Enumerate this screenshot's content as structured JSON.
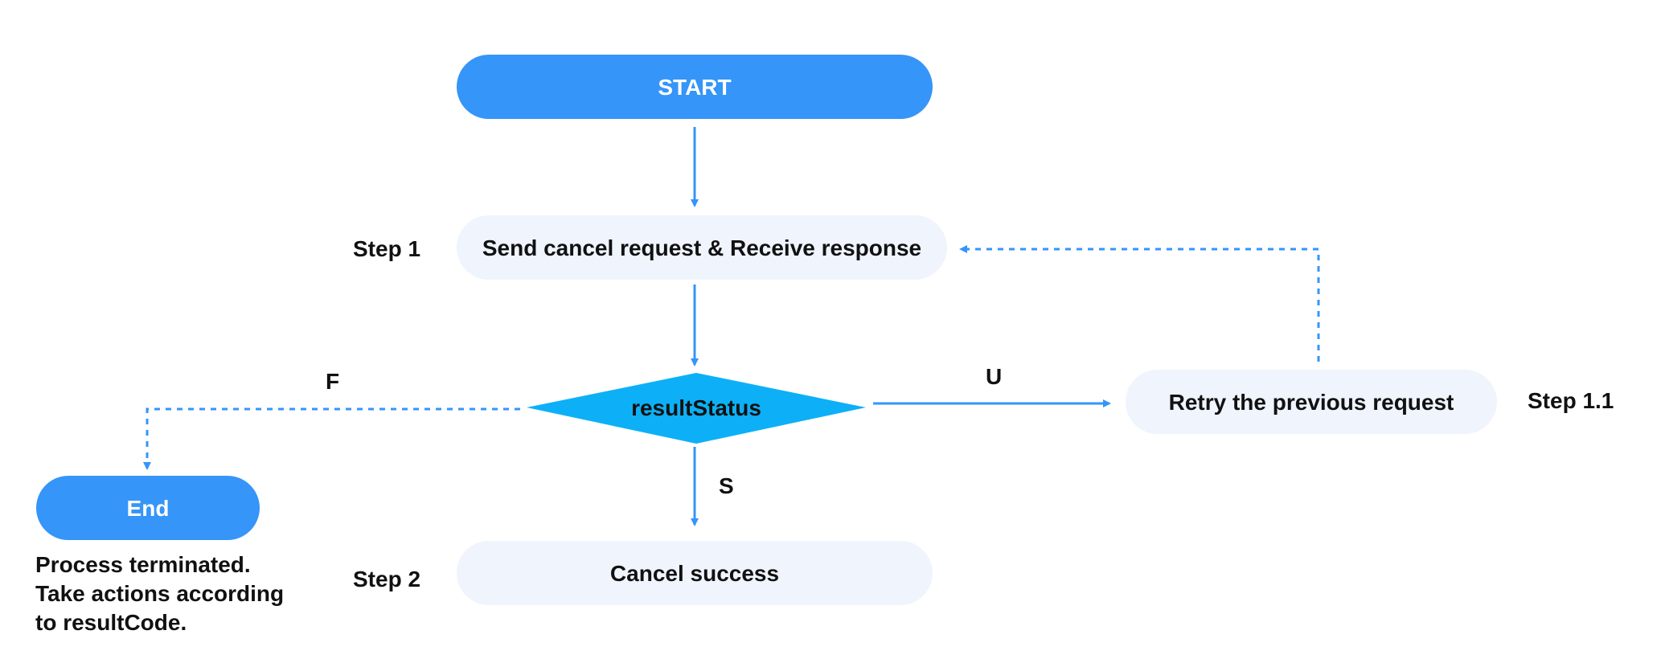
{
  "nodes": {
    "start": "START",
    "step1": "Send cancel request & Receive response",
    "decision": "resultStatus",
    "retry": "Retry the previous request",
    "success": "Cancel success",
    "end": "End"
  },
  "step_labels": {
    "step1": "Step 1",
    "step1_1": "Step 1.1",
    "step2": "Step 2"
  },
  "edge_labels": {
    "f": "F",
    "u": "U",
    "s": "S"
  },
  "end_note": {
    "line1": "Process terminated.",
    "line2": "Take actions according",
    "line3": "to resultCode."
  },
  "colors": {
    "primary": "#3595f8",
    "decision": "#0db0f6",
    "process_fill": "#eff4fd",
    "text_dark": "#111111",
    "text_light": "#ffffff"
  }
}
